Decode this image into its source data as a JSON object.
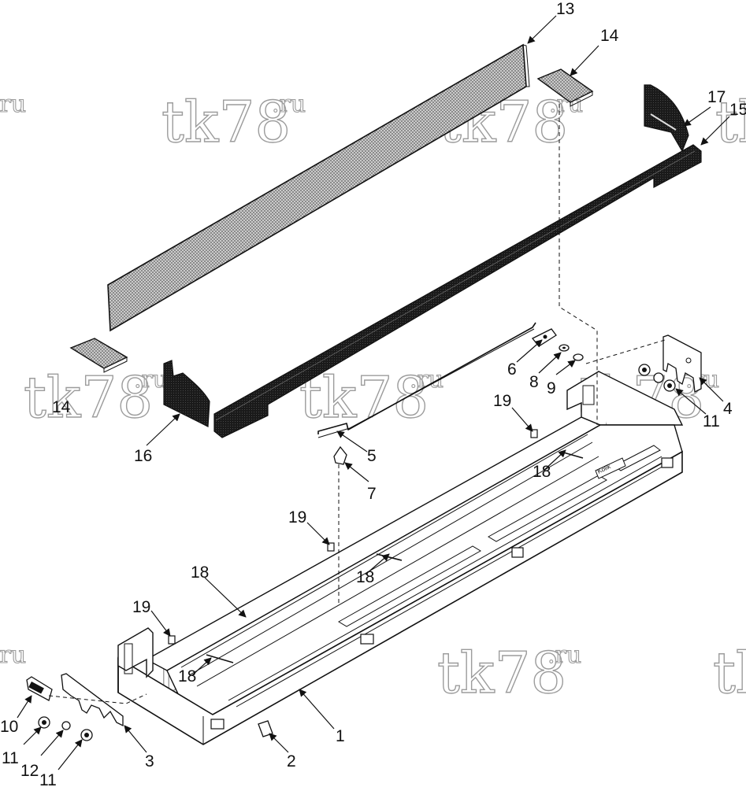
{
  "diagram": {
    "callouts": [
      {
        "id": "c13",
        "label": "13"
      },
      {
        "id": "c14a",
        "label": "14"
      },
      {
        "id": "c14b",
        "label": "14"
      },
      {
        "id": "c17",
        "label": "17"
      },
      {
        "id": "c15",
        "label": "15"
      },
      {
        "id": "c16",
        "label": "16"
      },
      {
        "id": "c5",
        "label": "5"
      },
      {
        "id": "c6",
        "label": "6"
      },
      {
        "id": "c7",
        "label": "7"
      },
      {
        "id": "c8",
        "label": "8"
      },
      {
        "id": "c9",
        "label": "9"
      },
      {
        "id": "c4",
        "label": "4"
      },
      {
        "id": "c11a",
        "label": "11"
      },
      {
        "id": "c19a",
        "label": "19"
      },
      {
        "id": "c18a",
        "label": "18"
      },
      {
        "id": "c19b",
        "label": "19"
      },
      {
        "id": "c18b",
        "label": "18"
      },
      {
        "id": "c18c",
        "label": "18"
      },
      {
        "id": "c19c",
        "label": "19"
      },
      {
        "id": "c18d",
        "label": "18"
      },
      {
        "id": "c1",
        "label": "1"
      },
      {
        "id": "c2",
        "label": "2"
      },
      {
        "id": "c3",
        "label": "3"
      },
      {
        "id": "c10",
        "label": "10"
      },
      {
        "id": "c11b",
        "label": "11"
      },
      {
        "id": "c12",
        "label": "12"
      },
      {
        "id": "c11c",
        "label": "11"
      }
    ],
    "watermark": {
      "main": "tk78",
      "suffix": ".ru"
    },
    "part_labels": {
      "brand_plate": "Kolik"
    },
    "colors": {
      "ink": "#111111",
      "watermark": "#9c9c9c",
      "mesh": "#777777",
      "foam": "#1a1a1a"
    }
  }
}
